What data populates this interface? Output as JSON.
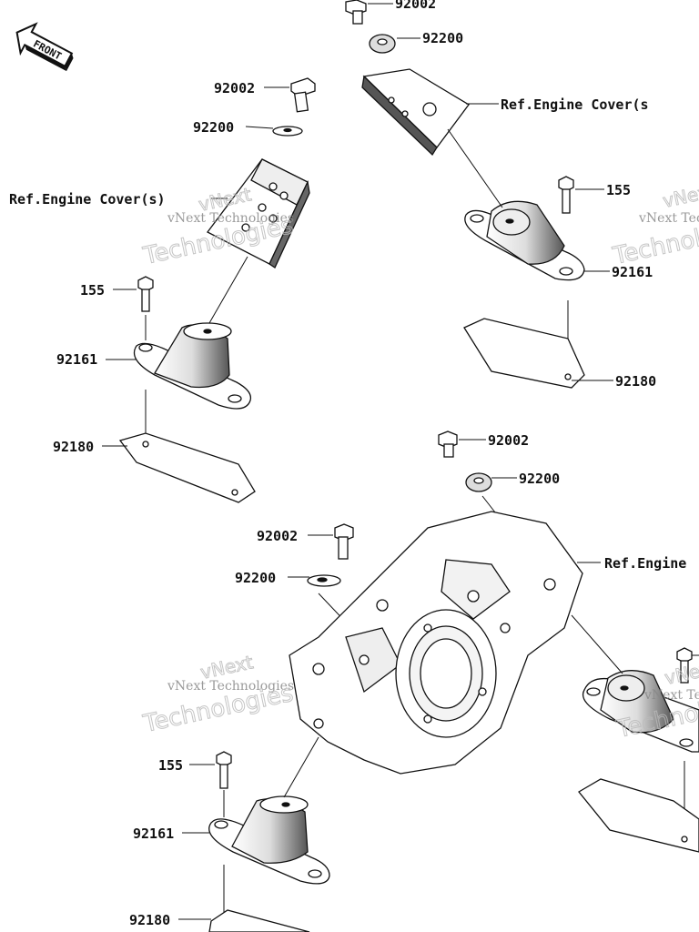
{
  "diagram": {
    "front_arrow": "FRONT",
    "parts": {
      "bolt": "92002",
      "washer": "92200",
      "bolt_155": "155",
      "mount": "92161",
      "plate": "92180",
      "ref_engine_cover": "Ref.Engine Cover(s)",
      "ref_engine_cover_cut": "Ref.Engine Cover(s",
      "ref_engine_cut": "Ref.Engine"
    },
    "watermark": {
      "line1": "vNext",
      "line2": "vNext Technologies",
      "line3": "Technologies"
    }
  }
}
